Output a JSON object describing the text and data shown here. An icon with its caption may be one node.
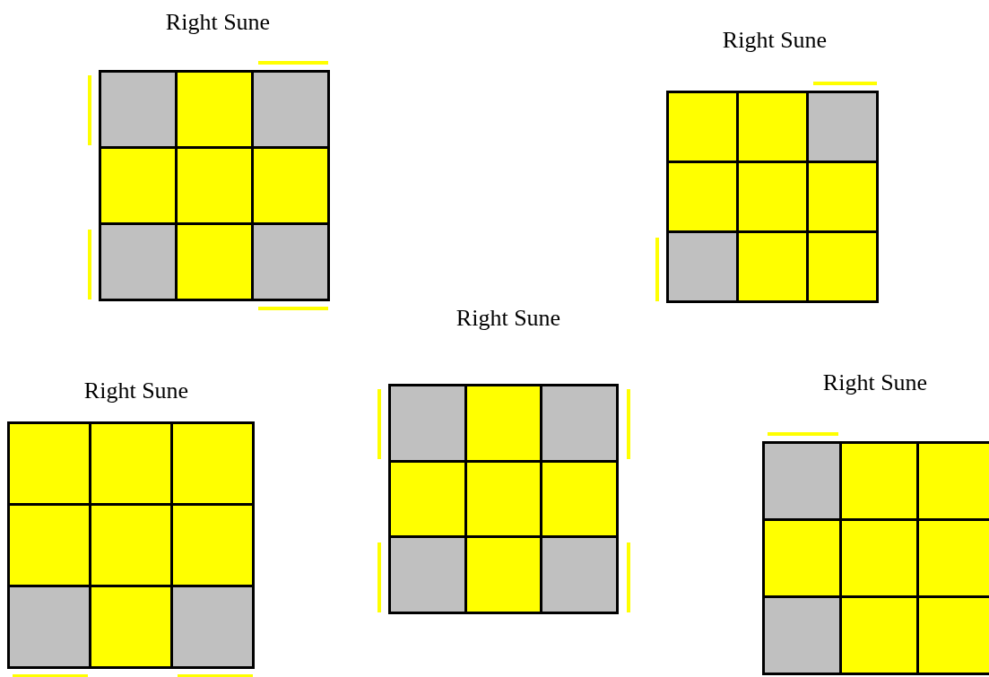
{
  "diagram": {
    "nodes": [
      {
        "text": [
          "Right Sune"
        ]
      },
      {
        "text": [
          "Right Sune"
        ]
      },
      {
        "text": [
          "Right Sune"
        ]
      },
      {
        "text": [
          "Right Sune"
        ]
      },
      {
        "text": [
          "Right Sune"
        ]
      }
    ]
  }
}
